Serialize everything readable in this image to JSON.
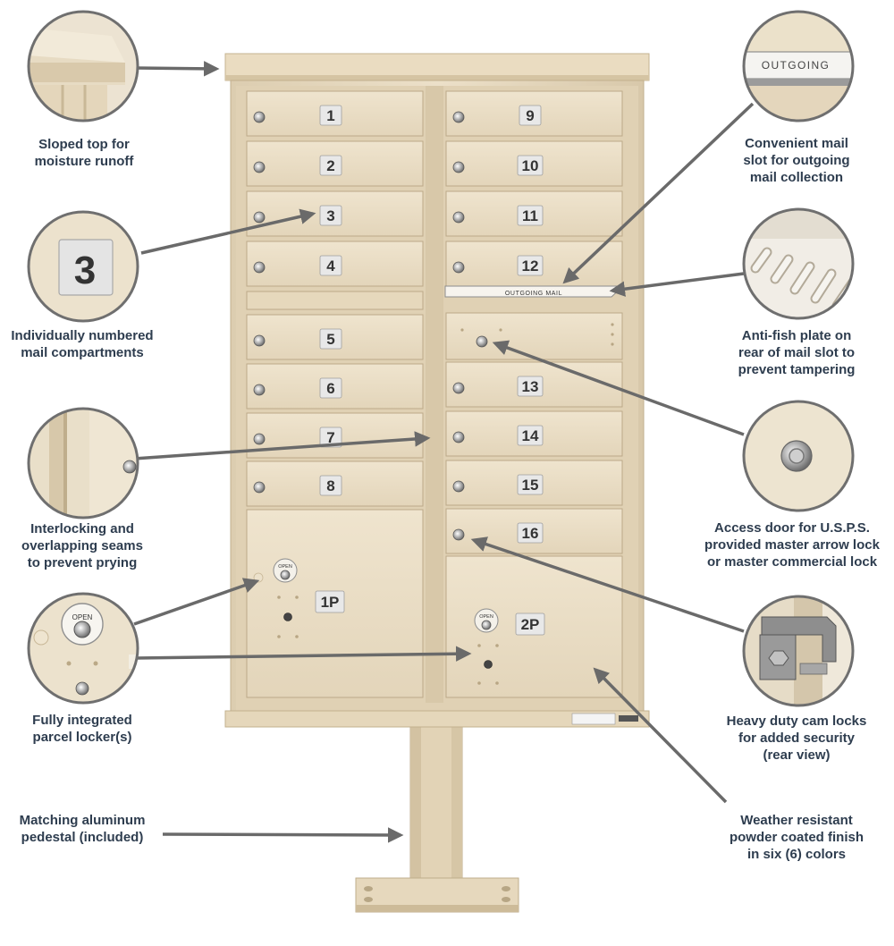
{
  "colors": {
    "body": "#e9dcc4",
    "body_edge": "#c9b796",
    "text": "#2e3d4f",
    "arrow": "#6a6a6a",
    "circle_border": "#6f6f6f",
    "label_bg": "#e8e8e8"
  },
  "mailbox": {
    "left_column": [
      "1",
      "2",
      "3",
      "4",
      "5",
      "6",
      "7",
      "8"
    ],
    "right_column": [
      "9",
      "10",
      "11",
      "12",
      "13",
      "14",
      "15",
      "16"
    ],
    "parcel_lockers": [
      "1P",
      "2P"
    ],
    "outgoing_slot_label": "OUTGOING MAIL",
    "parcel_lock_label": "OPEN"
  },
  "callouts": {
    "sloped_top": [
      "Sloped top for",
      "moisture runoff"
    ],
    "numbered": [
      "Individually numbered",
      "mail compartments"
    ],
    "seams": [
      "Interlocking and",
      "overlapping seams",
      "to prevent prying"
    ],
    "parcel": [
      "Fully integrated",
      "parcel locker(s)"
    ],
    "pedestal": [
      "Matching aluminum",
      "pedestal (included)"
    ],
    "outgoing": [
      "Convenient mail",
      "slot for outgoing",
      "mail collection"
    ],
    "antifish": [
      "Anti-fish plate on",
      "rear of mail slot to",
      "prevent tampering"
    ],
    "access": [
      "Access door for U.S.P.S.",
      "provided master arrow lock",
      "or master commercial lock"
    ],
    "camlocks": [
      "Heavy duty cam locks",
      "for added security",
      "(rear view)"
    ],
    "finish": [
      "Weather resistant",
      "powder coated finish",
      "in six (6) colors"
    ]
  },
  "zoom_details": {
    "number_sample": "3",
    "outgoing_sample": "OUTGOING",
    "lock_label": "OPEN"
  }
}
